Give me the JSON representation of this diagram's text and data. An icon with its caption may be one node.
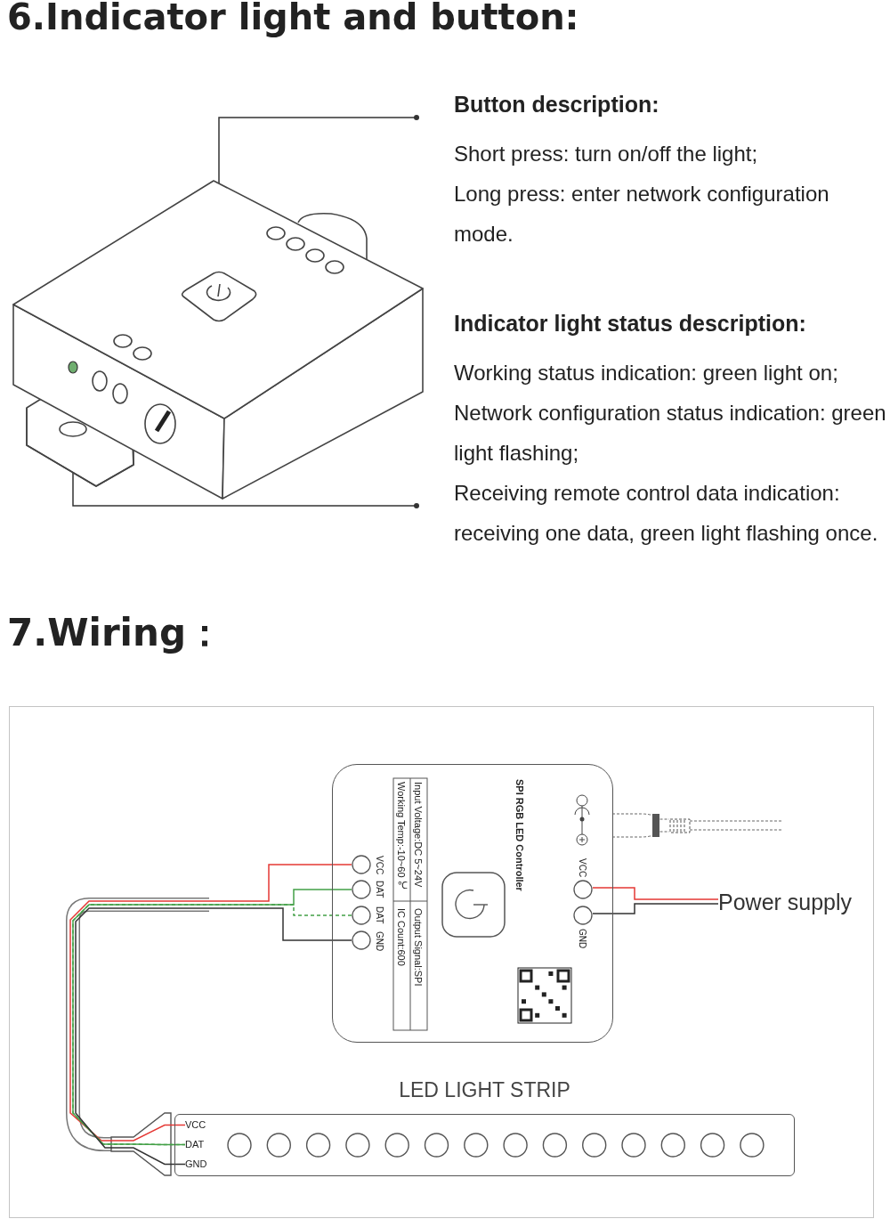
{
  "diagram": {
    "title": "6.Indicator light and button:",
    "nodes": [
      {
        "text": [
          "Button description:",
          "Short press: turn on/off the light;",
          "Long press: enter network configuration mode."
        ]
      },
      {
        "text": [
          "Indicator light status description:",
          "Working status indication: green light on;",
          "Network configuration status indication: green light flashing;",
          "Receiving remote control data indication: receiving one data, green light flashing once."
        ]
      },
      {
        "text": [],
        "shape": "picture"
      },
      {
        "text": [],
        "shape": "picture",
        "in": 2
      },
      {
        "text": [],
        "shape": "circle",
        "in": 2
      },
      {
        "text": [],
        "shape": "box"
      },
      {
        "text": [
          "SPI RGB LED Controller",
          "Input Voltage:DC 5~24V",
          "Output Signal:SPI",
          "Working Temp:-10~60℃",
          "IC Count:600"
        ],
        "in": 5
      },
      {
        "text": [
          "VCC"
        ],
        "in": 6
      },
      {
        "text": [
          "DAT"
        ],
        "in": 6
      },
      {
        "text": [
          "DAT"
        ],
        "in": 6
      },
      {
        "text": [
          "GND"
        ],
        "in": 6
      },
      {
        "text": [
          "VCC"
        ],
        "in": 6
      },
      {
        "text": [
          "GND"
        ],
        "in": 6
      },
      {
        "text": [
          "Power supply"
        ],
        "in": 5
      },
      {
        "text": [
          "LED LIGHT STRIP"
        ],
        "in": 5
      },
      {
        "text": [
          "VCC"
        ],
        "in": 14
      },
      {
        "text": [
          "DAT"
        ],
        "in": 14
      },
      {
        "text": [
          "GND"
        ],
        "in": 14
      }
    ],
    "edges": [
      {
        "from": 0,
        "to": 3,
        "arrow": "other"
      },
      {
        "from": 1,
        "to": 4,
        "arrow": "other"
      },
      {
        "from": 11,
        "to": 13,
        "arrow": "none",
        "color": "#e53935"
      },
      {
        "from": 12,
        "to": 13,
        "arrow": "none"
      },
      {
        "from": 7,
        "to": 15,
        "arrow": "none",
        "color": "#e53935"
      },
      {
        "from": 9,
        "to": 16,
        "arrow": "none",
        "style": "dashed",
        "color": "#43a047"
      },
      {
        "from": 8,
        "to": 16,
        "arrow": "none",
        "color": "#43a047"
      },
      {
        "from": 10,
        "to": 17,
        "arrow": "none"
      }
    ],
    "labels": [
      "7.Wiring："
    ]
  }
}
